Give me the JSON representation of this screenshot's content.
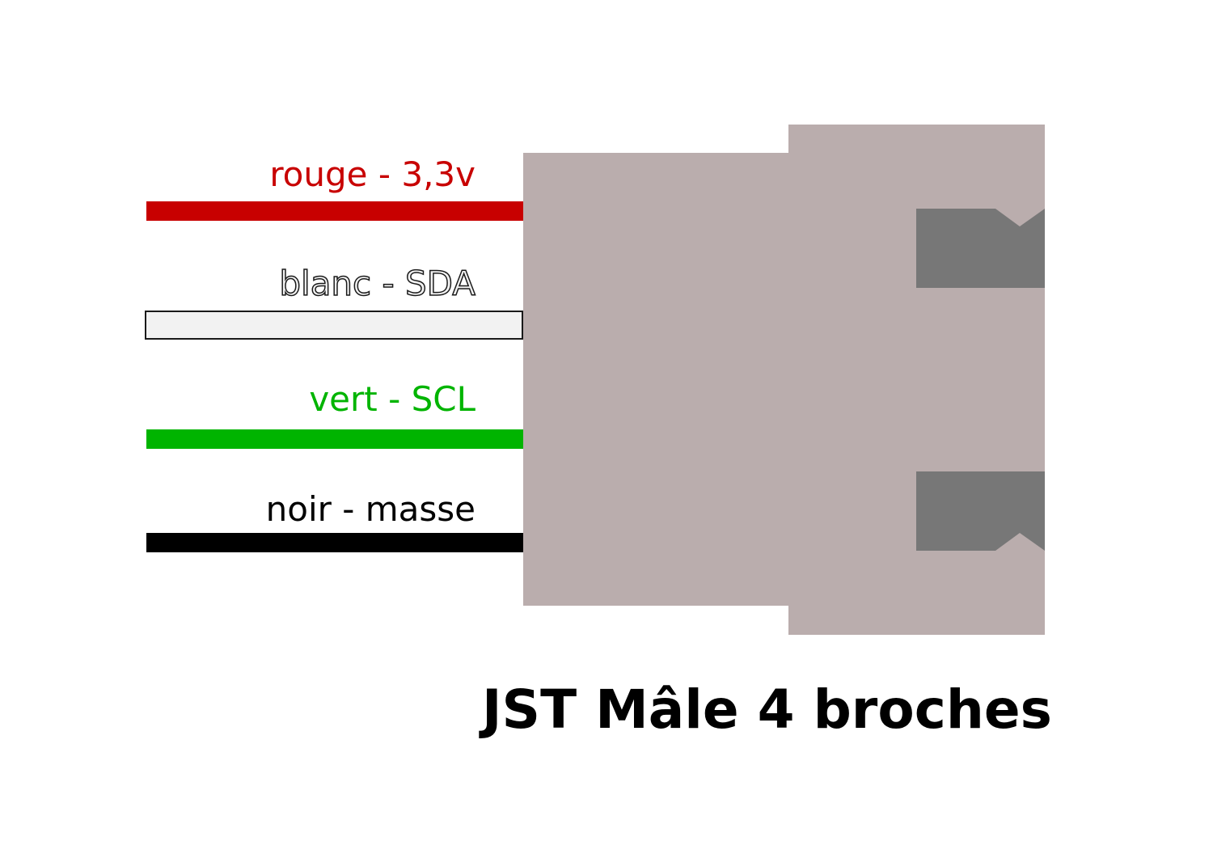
{
  "title": "JST Mâle 4 broches",
  "wires": [
    {
      "label": "rouge - 3,3v",
      "color": "#c80000",
      "outline": ""
    },
    {
      "label": "blanc - SDA",
      "color": "#f2f2f2",
      "outline": "#1a1a1a"
    },
    {
      "label": "vert - SCL",
      "color": "#00b400",
      "outline": ""
    },
    {
      "label": "noir - masse",
      "color": "#000000",
      "outline": ""
    }
  ],
  "connector": {
    "body_color": "#baadad",
    "latch_color": "#777777"
  }
}
